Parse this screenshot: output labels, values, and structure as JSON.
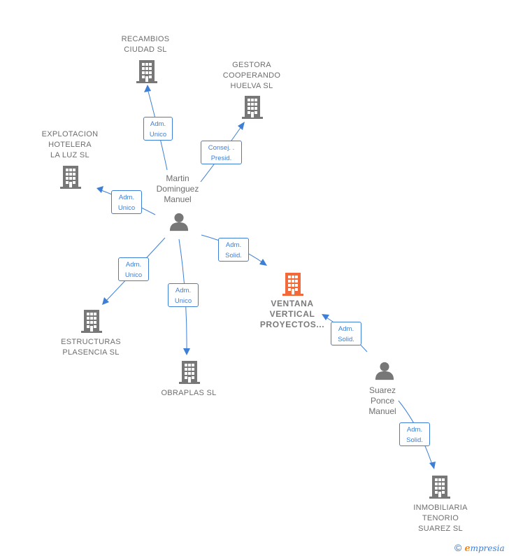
{
  "colors": {
    "edge": "#3d7fd6",
    "company": "#777777",
    "focus_company": "#f26a3a",
    "person": "#777777",
    "text": "#6e6e6e"
  },
  "nodes": {
    "recambios": {
      "lines": [
        "RECAMBIOS",
        "CIUDAD  SL"
      ],
      "icon": "building-icon"
    },
    "gestora": {
      "lines": [
        "GESTORA",
        "COOPERANDO",
        "HUELVA  SL"
      ],
      "icon": "building-icon"
    },
    "explotacion": {
      "lines": [
        "EXPLOTACION",
        "HOTELERA",
        "LA LUZ SL"
      ],
      "icon": "building-icon"
    },
    "martin": {
      "lines": [
        "Martin",
        "Dominguez",
        "Manuel"
      ],
      "icon": "person-icon"
    },
    "ventana": {
      "lines": [
        "VENTANA",
        "VERTICAL",
        "PROYECTOS..."
      ],
      "icon": "building-icon"
    },
    "estructuras": {
      "lines": [
        "ESTRUCTURAS",
        "PLASENCIA SL"
      ],
      "icon": "building-icon"
    },
    "obraplas": {
      "lines": [
        "OBRAPLAS SL"
      ],
      "icon": "building-icon"
    },
    "suarez": {
      "lines": [
        "Suarez",
        "Ponce",
        "Manuel"
      ],
      "icon": "person-icon"
    },
    "inmobiliaria": {
      "lines": [
        "INMOBILIARIA",
        "TENORIO",
        "SUAREZ  SL"
      ],
      "icon": "building-icon"
    }
  },
  "edges": {
    "to_recambios": [
      "Adm.",
      "Unico"
    ],
    "to_gestora": [
      "Consej. .",
      "Presid."
    ],
    "to_explotacion": [
      "Adm.",
      "Unico"
    ],
    "to_ventana_martin": [
      "Adm.",
      "Solid."
    ],
    "to_estructuras": [
      "Adm.",
      "Unico"
    ],
    "to_obraplas": [
      "Adm.",
      "Unico"
    ],
    "to_ventana_suarez": [
      "Adm.",
      "Solid."
    ],
    "to_inmobiliaria": [
      "Adm.",
      "Solid."
    ]
  },
  "brand": {
    "copyright": "©",
    "e": "e",
    "rest": "mpresia"
  }
}
